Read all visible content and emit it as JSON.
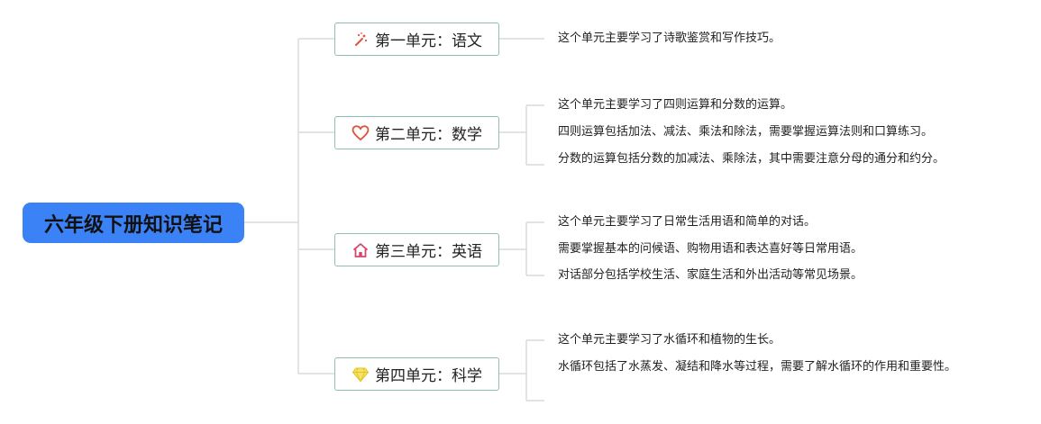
{
  "root": {
    "label": "六年级下册知识笔记"
  },
  "units": [
    {
      "label": "第一单元：语文",
      "icon": "magic-wand-icon",
      "icon_color": "#e0533b",
      "notes": [
        "这个单元主要学习了诗歌鉴赏和写作技巧。"
      ]
    },
    {
      "label": "第二单元：数学",
      "icon": "heart-icon",
      "icon_color": "#e0533b",
      "notes": [
        "这个单元主要学习了四则运算和分数的运算。",
        "四则运算包括加法、减法、乘法和除法，需要掌握运算法则和口算练习。",
        "分数的运算包括分数的加减法、乘除法，其中需要注意分母的通分和约分。"
      ]
    },
    {
      "label": "第三单元：英语",
      "icon": "home-icon",
      "icon_color": "#d6456b",
      "notes": [
        "这个单元主要学习了日常生活用语和简单的对话。",
        "需要掌握基本的问候语、购物用语和表达喜好等日常用语。",
        "对话部分包括学校生活、家庭生活和外出活动等常见场景。"
      ]
    },
    {
      "label": "第四单元：科学",
      "icon": "diamond-icon",
      "icon_color": "#f2d12e",
      "notes": [
        "这个单元主要学习了水循环和植物的生长。",
        "水循环包括了水蒸发、凝结和降水等过程，需要了解水循环的作用和重要性。",
        ""
      ]
    }
  ]
}
